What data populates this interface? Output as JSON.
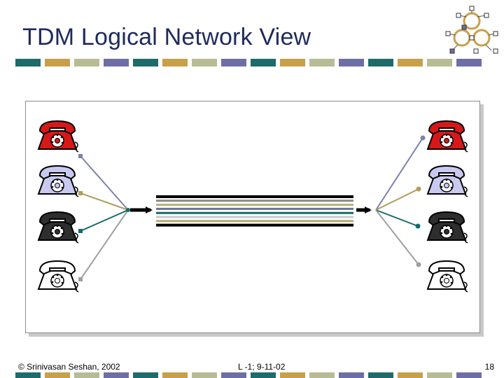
{
  "slide": {
    "title": "TDM Logical Network View"
  },
  "footer": {
    "copyright": "© Srinivasan Seshan, 2002",
    "lecture": "L -1; 9-11-02",
    "page": "18"
  },
  "colors": {
    "title": "#1f2a5c",
    "strip": [
      "#1e6b6b",
      "#c8a04a",
      "#b8bc94",
      "#6e6ea6"
    ],
    "phones": [
      "#d81818",
      "#c9c9f0",
      "#2e2e2e",
      "#ffffff"
    ],
    "lines": [
      "#7d82a8",
      "#b19c5a",
      "#176a6a",
      "#a0a0a0"
    ],
    "trunk": [
      "#000000",
      "#8a8a8a",
      "#b6ad74",
      "#6e7296",
      "#176a6a",
      "#c9c9c9",
      "#b6ad74",
      "#000000"
    ]
  },
  "icons": {
    "phone": "rotary-telephone-icon",
    "logo": "network-nodes-logo"
  }
}
